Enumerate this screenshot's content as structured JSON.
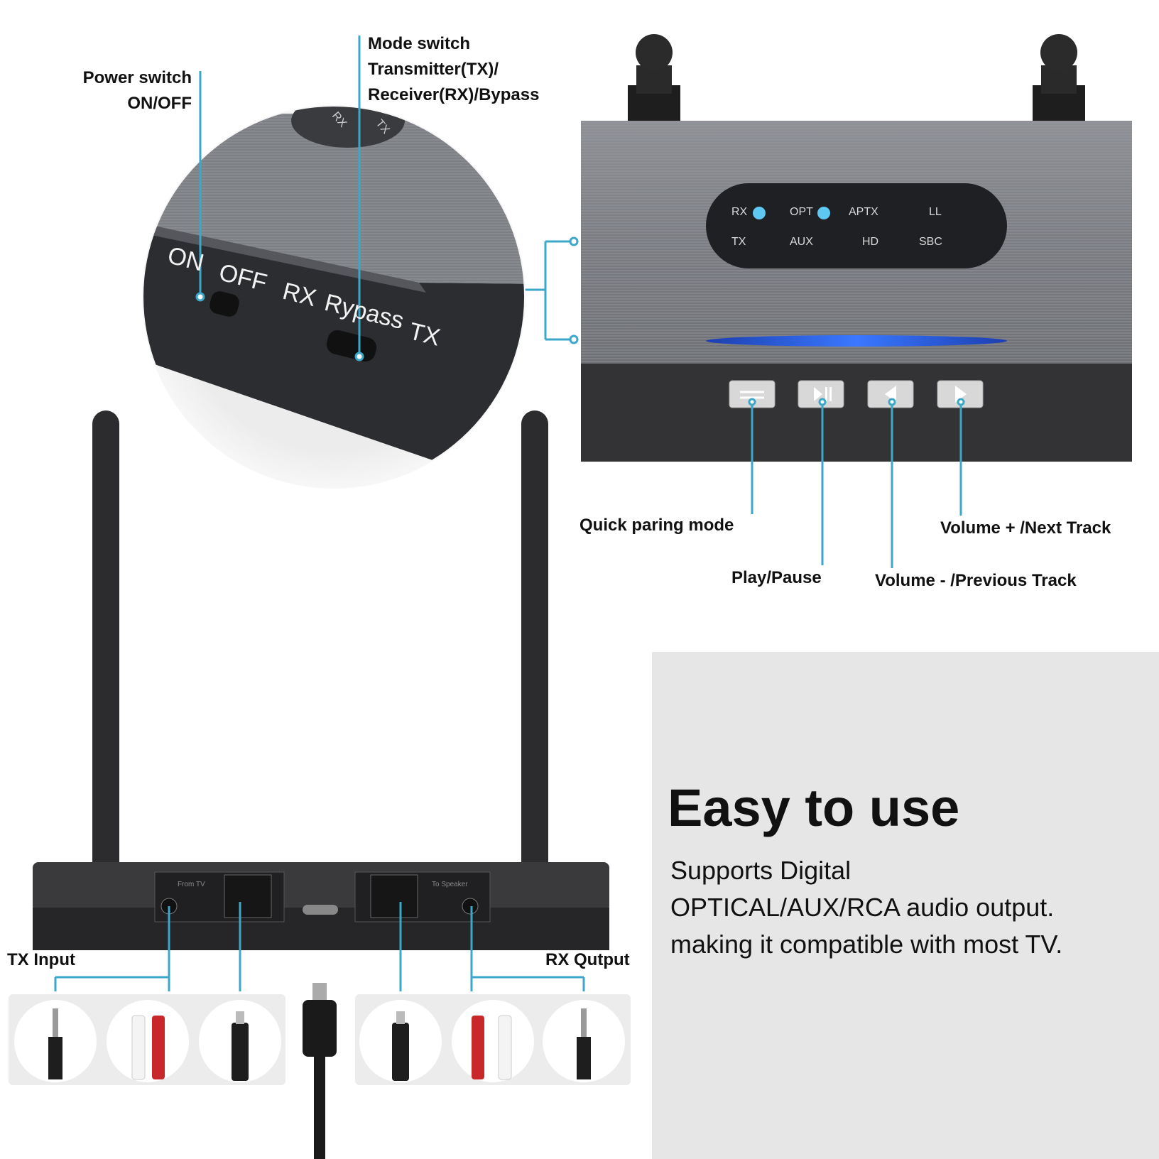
{
  "callouts": {
    "power_switch": [
      "Power switch",
      "ON/OFF"
    ],
    "mode_switch": [
      "Mode switch",
      "Transmitter(TX)/",
      "Receiver(RX)/Bypass"
    ],
    "quick_pairing": "Quick paring mode",
    "play_pause": "Play/Pause",
    "volume_down": "Volume - /Previous Track",
    "volume_up": "Volume + /Next Track",
    "tx_input": "TX Input",
    "rx_output": "RX Qutput"
  },
  "switch_labels": {
    "on": "ON",
    "off": "OFF",
    "rx": "RX",
    "bypass": "Rypass",
    "tx": "TX",
    "dial_rx": "RX",
    "dial_tx": "TX"
  },
  "indicators": {
    "row1": [
      "RX",
      "OPT",
      "APTX",
      "LL"
    ],
    "row2": [
      "TX",
      "AUX",
      "HD",
      "SBC"
    ],
    "lit": [
      "RX",
      "OPT"
    ]
  },
  "ports": {
    "from_tv": "From TV",
    "to_speaker": "To Speaker"
  },
  "promo": {
    "headline": "Easy to use",
    "lines": [
      "Supports Digital",
      "OPTICAL/AUX/RCA audio output.",
      "making it compatible with most TV."
    ]
  },
  "colors": {
    "accent": "#3ba7c9",
    "led": "#5ec8f0",
    "device": "#2b2b2b",
    "panel": "#e6e6e6"
  }
}
